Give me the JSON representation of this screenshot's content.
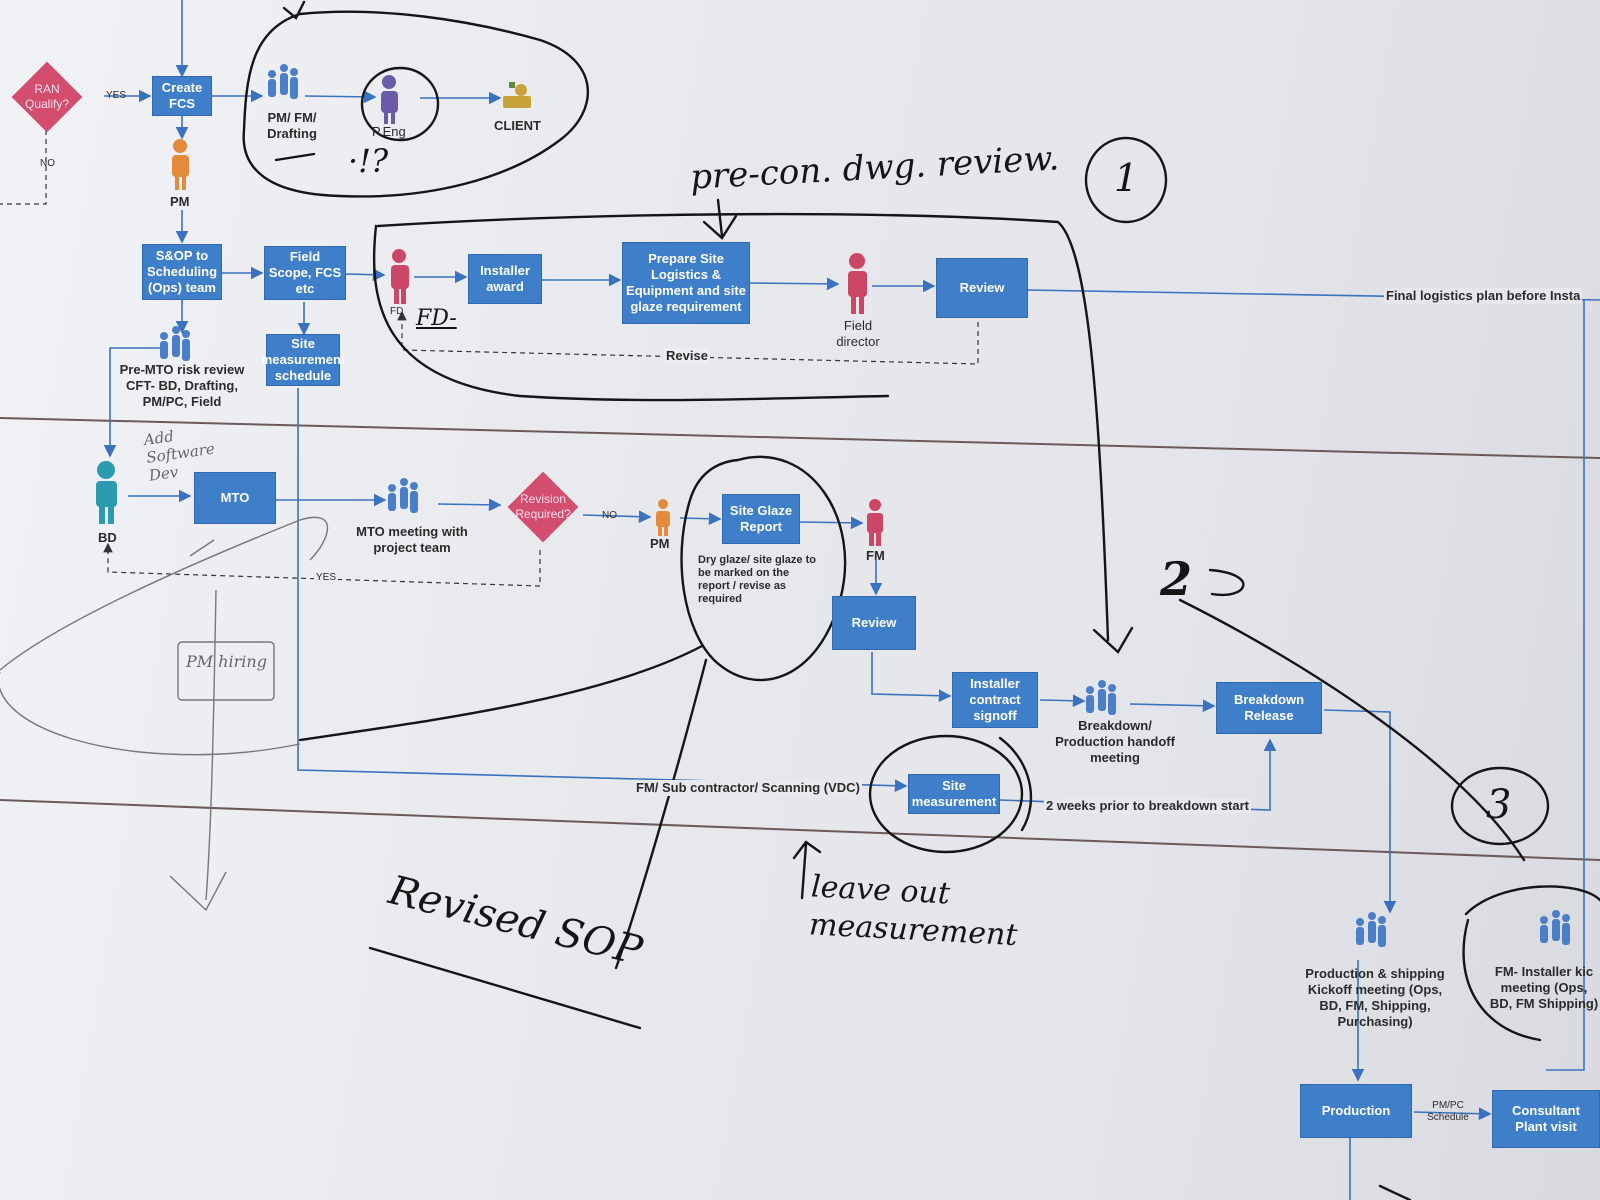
{
  "decisions": {
    "ran_qualify": "RAN Qualify?",
    "revision_required": "Revision Required?"
  },
  "boxes": {
    "create_fcs": "Create FCS",
    "sop_scheduling": "S&OP to Scheduling (Ops) team",
    "field_scope": "Field Scope, FCS etc",
    "site_measurement_schedule": "Site measurement schedule",
    "installer_award": "Installer award",
    "prepare_site_logistics": "Prepare Site Logistics & Equipment and site glaze requirement",
    "review_top": "Review",
    "mto": "MTO",
    "site_glaze_report": "Site Glaze Report",
    "review_mid": "Review",
    "installer_contract_signoff": "Installer contract signoff",
    "breakdown_release": "Breakdown Release",
    "site_measurement": "Site measurement",
    "production": "Production",
    "consultant_plant_visit": "Consultant Plant visit"
  },
  "labels": {
    "yes_top": "YES",
    "no_left": "NO",
    "pm_top": "PM",
    "pm_fm_drafting": "PM/ FM/ Drafting",
    "p_eng": "P.Eng",
    "client": "CLIENT",
    "fd": "FD",
    "field_director": "Field director",
    "revise": "Revise",
    "final_logistics": "Final logistics plan before Insta",
    "pre_mto_risk": "Pre-MTO risk review CFT- BD, Drafting, PM/PC, Field",
    "bd": "BD",
    "mto_meeting": "MTO meeting with project team",
    "no_mid": "NO",
    "pm_mid": "PM",
    "yes_mid": "YES",
    "dry_glaze_note": "Dry glaze/ site glaze to be marked on the report / revise as required",
    "fm_mid": "FM",
    "breakdown_meeting": "Breakdown/ Production handoff meeting",
    "fm_sub_contractor": "FM/ Sub contractor/ Scanning (VDC)",
    "two_weeks_prior": "2 weeks prior to breakdown start",
    "production_shipping": "Production & shipping Kickoff meeting (Ops, BD, FM, Shipping, Purchasing)",
    "fm_installer_kick": "FM- Installer kic meeting (Ops, BD, FM Shipping)",
    "pm_pc_schedule": "PM/PC Schedule"
  },
  "handwritten": {
    "pre_con_review": "pre-con. dwg. review.",
    "circle_1": "1",
    "circle_2": "2",
    "circle_3": "3",
    "question": "·!?",
    "fd_note": "FD-",
    "add_software_dev": "Add Software Dev",
    "pm_hiring": "PM hiring",
    "revised_sop": "Revised SOP",
    "leave_out_measurement": "leave out measurement"
  },
  "colors": {
    "box_blue": "#3f7fca",
    "decision_pink": "#d24d6e",
    "person_pink": "#cc4766",
    "person_orange": "#e48a3c",
    "person_teal": "#2c9bb0",
    "connector_blue": "#3a72c0",
    "ink_black": "#151515"
  }
}
